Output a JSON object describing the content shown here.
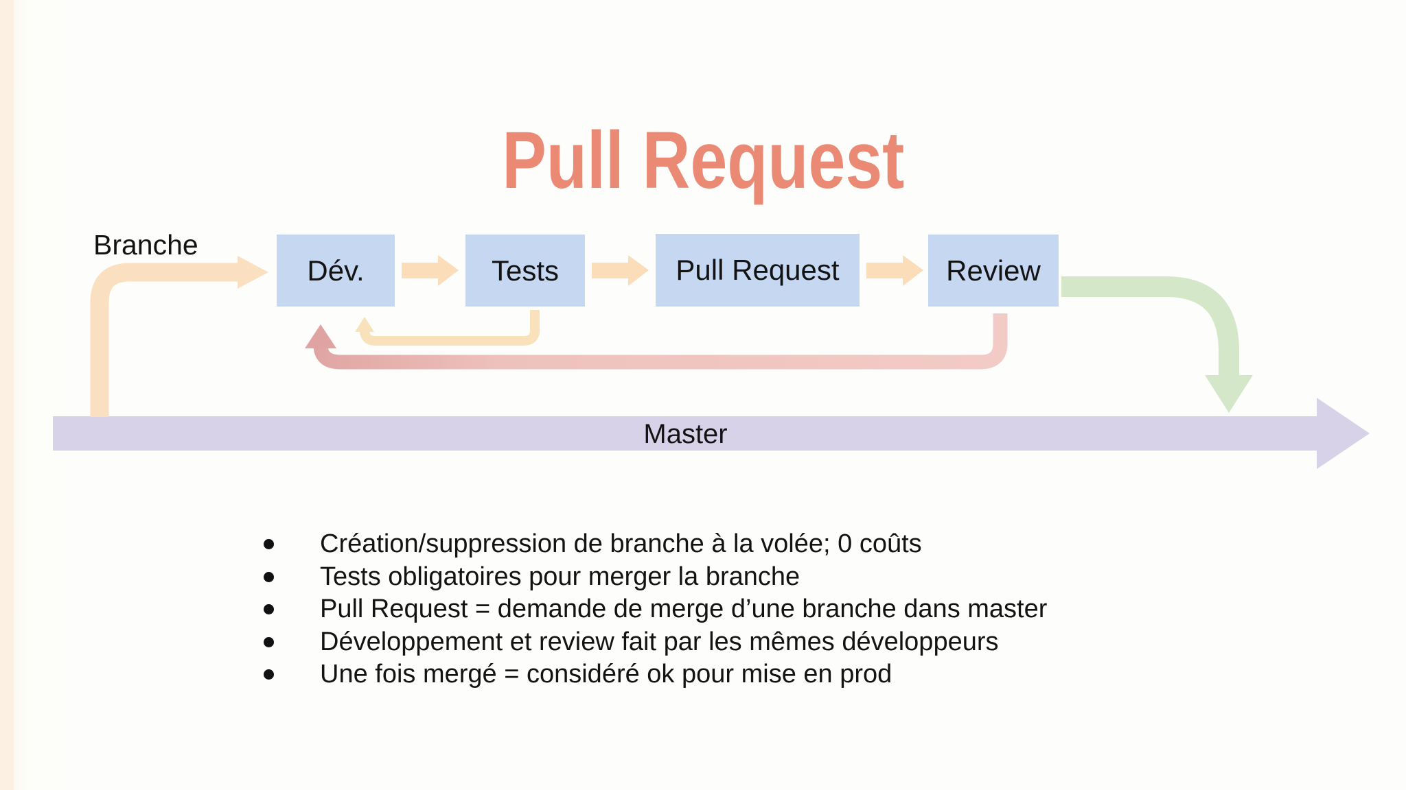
{
  "slide": {
    "title": "Pull Request",
    "branch_label": "Branche",
    "master_label": "Master",
    "flow_boxes": [
      "Dév.",
      "Tests",
      "Pull Request",
      "Review"
    ],
    "bullets": [
      "Création/suppression de branche à la volée; 0 coûts",
      "Tests obligatoires pour merger la branche",
      "Pull Request = demande de merge d’une branche dans master",
      "Développement et review fait par les mêmes développeurs",
      "Une fois mergé = considéré ok pour mise en prod"
    ]
  },
  "colors": {
    "title": "#eb8a74",
    "text": "#131313",
    "left_strip": "#fcf0e2",
    "box_fill": "#c6d7f2",
    "peach_arrow": "#fbddb9",
    "branch_arrow": "#fbdfc1",
    "yellow_loop": "#f9e2bb",
    "pink_loop_dark": "#dfa3a1",
    "pink_loop_mid": "#eec1bc",
    "pink_loop_light": "#f3cbc6",
    "green_arrow": "#d5e7c9",
    "master_bar": "#d8d2e9"
  }
}
